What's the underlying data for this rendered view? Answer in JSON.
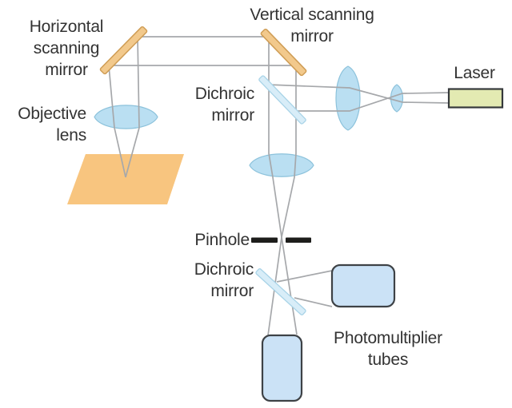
{
  "labels": {
    "horizontal_scanning_mirror": "Horizontal\nscanning\nmirror",
    "vertical_scanning_mirror": "Vertical scanning\nmirror",
    "objective_lens": "Objective\nlens",
    "dichroic_mirror_upper": "Dichroic\nmirror",
    "laser": "Laser",
    "pinhole": "Pinhole",
    "dichroic_mirror_lower": "Dichroic\nmirror",
    "photomultiplier_tubes": "Photomultiplier\ntubes"
  },
  "colors": {
    "background": "#ffffff",
    "text": "#333333",
    "beam": "#a6a8ab",
    "mirror_fill": "#f2c98c",
    "mirror_stroke": "#cf9d55",
    "lens_fill": "#badff2",
    "lens_stroke": "#8cc2db",
    "dichroic_fill": "#d8edf8",
    "dichroic_stroke": "#a8d3e7",
    "sample_fill": "#f8c57f",
    "laser_fill": "#e3eab2",
    "laser_stroke": "#35383b",
    "detector_fill": "#cbe2f6",
    "detector_stroke": "#3e4246",
    "pinhole": "#1d1d1b"
  }
}
